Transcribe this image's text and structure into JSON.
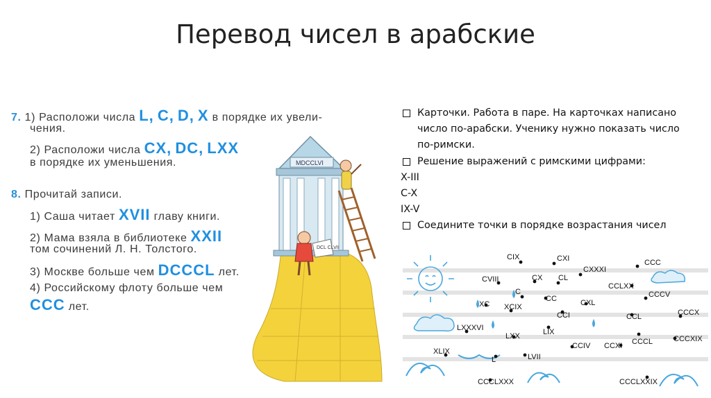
{
  "slide": {
    "title": "Перевод чисел в арабские"
  },
  "textbook": {
    "task7": {
      "number": "7.",
      "item1_prefix": "1) Расположи числа",
      "item1_numerals": [
        "L,",
        "C,",
        "D,",
        "X"
      ],
      "item1_suffix": "в порядке их увели-",
      "item1_line2": "чения.",
      "item2_prefix": "2) Расположи числа",
      "item2_numerals": [
        "CX,",
        "DC,",
        "LXX"
      ],
      "item2_line2": "в порядке их уменьшения."
    },
    "task8": {
      "number": "8.",
      "heading": "Прочитай записи.",
      "item1_prefix": "1) Саша читает",
      "item1_numeral": "XVII",
      "item1_suffix": "главу книги.",
      "item2_prefix": "2) Мама взяла в библиотеке",
      "item2_numeral": "XXII",
      "item2_line2": "том сочинений Л. Н. Толстого.",
      "item3_prefix": "3) Москве больше чем",
      "item3_numeral": "DCCCL",
      "item3_suffix": "лет.",
      "item4_prefix": "4) Российскому флоту больше чем",
      "item4_numeral": "CCC",
      "item4_suffix": "лет."
    },
    "building_sign": "MDCCLVI",
    "scroll_text": "DCL CLVII"
  },
  "right_column": {
    "bullets": [
      "Карточки. Работа в паре. На карточках написано число по-арабски. Ученику нужно показать число по-римски.",
      "Решение выражений с римскими цифрами:"
    ],
    "expressions": [
      "X-III",
      "C-X",
      "IX-V"
    ],
    "bullet3": "Соедините точки в порядке возрастания чисел"
  },
  "dots": [
    {
      "label": "CIX"
    },
    {
      "label": "CXI"
    },
    {
      "label": "CXXXI"
    },
    {
      "label": "CCC"
    },
    {
      "label": "CVIII"
    },
    {
      "label": "CX"
    },
    {
      "label": "CL"
    },
    {
      "label": "CCLXX"
    },
    {
      "label": "C"
    },
    {
      "label": "CC"
    },
    {
      "label": "CCCV"
    },
    {
      "label": "XC"
    },
    {
      "label": "XCIX"
    },
    {
      "label": "CXL"
    },
    {
      "label": "CCI"
    },
    {
      "label": "CCL"
    },
    {
      "label": "CCCX"
    },
    {
      "label": "LXXXVI"
    },
    {
      "label": "LIX"
    },
    {
      "label": "LXX"
    },
    {
      "label": "CCIV"
    },
    {
      "label": "CCXI"
    },
    {
      "label": "CCCL"
    },
    {
      "label": "CCCXIX"
    },
    {
      "label": "XLIX"
    },
    {
      "label": "L"
    },
    {
      "label": "LVII"
    },
    {
      "label": "CCCLXXX"
    },
    {
      "label": "CCCLXXIX"
    }
  ],
  "colors": {
    "numeral_blue": "#1f8fe0",
    "task_number_blue": "#2a8fd6",
    "road_yellow": "#f4d23c",
    "wave_blue": "#4aa7dd"
  }
}
